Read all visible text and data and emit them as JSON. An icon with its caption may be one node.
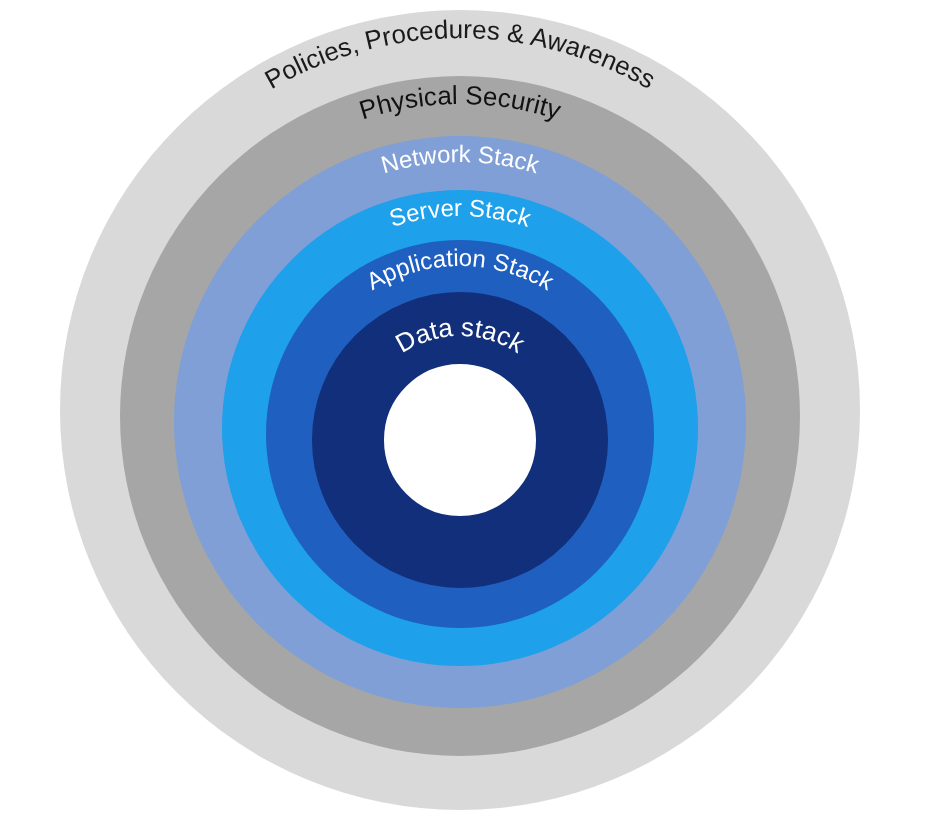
{
  "diagram": {
    "nodes": [
      {
        "text": [
          "Policies, Procedures & Awareness"
        ]
      },
      {
        "text": [
          "Physical Security"
        ],
        "in": 0
      },
      {
        "text": [
          "Network Stack"
        ],
        "in": 1
      },
      {
        "text": [
          "Server Stack"
        ],
        "in": 2
      },
      {
        "text": [
          "Application Stack"
        ],
        "in": 3
      },
      {
        "text": [
          "Data stack"
        ],
        "in": 4
      }
    ]
  }
}
